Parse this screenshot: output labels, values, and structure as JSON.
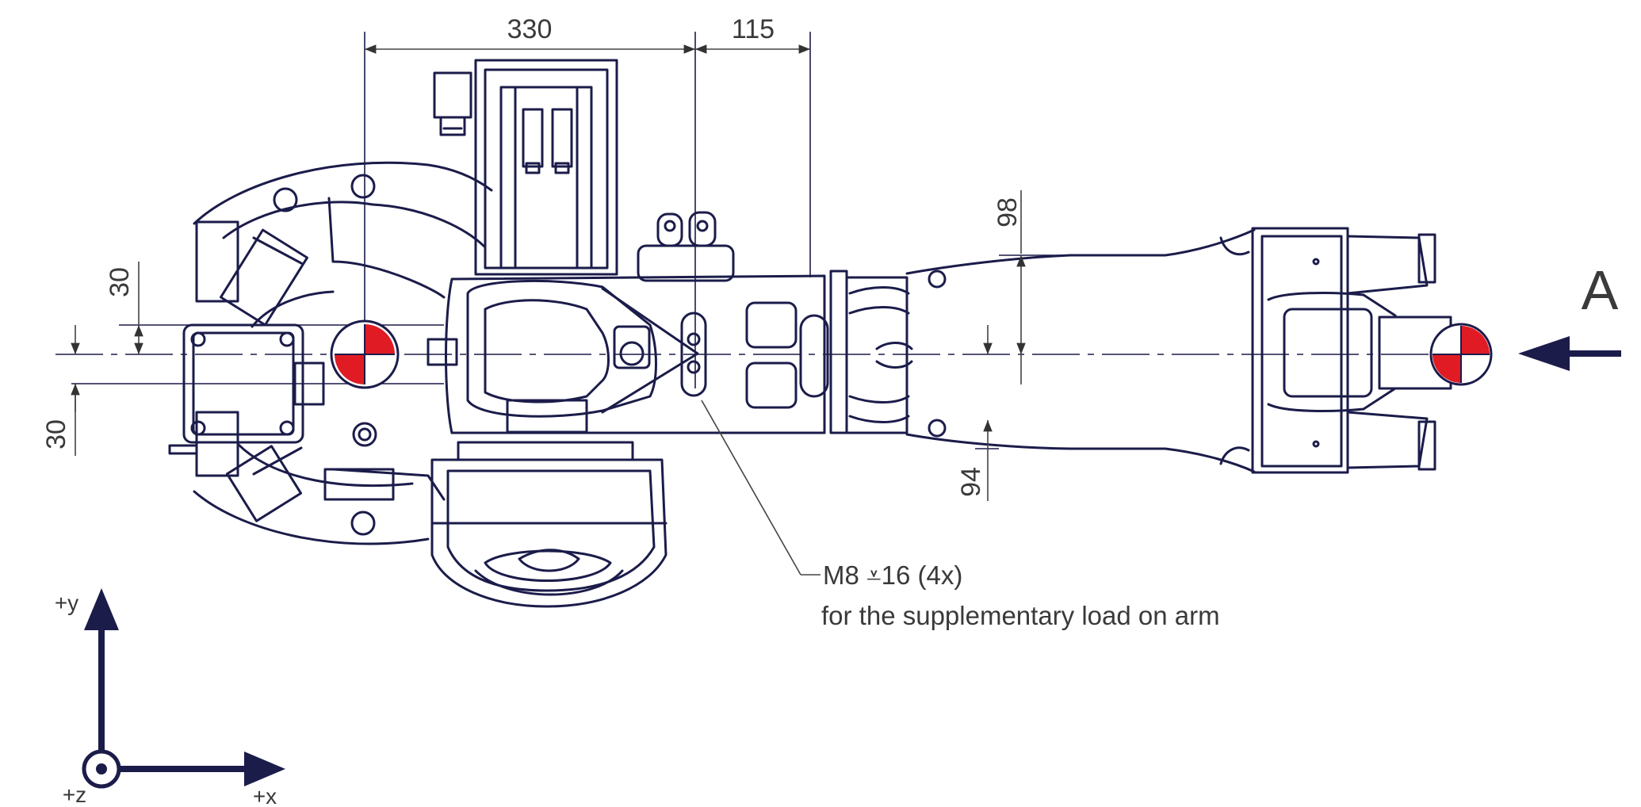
{
  "colors": {
    "line": "#1b1c4a",
    "dimension": "#555555",
    "cog_red": "#e01b24",
    "arrow": "#1b1c4a"
  },
  "dimensions": {
    "d330": "330",
    "d115": "115",
    "d98": "98",
    "d94": "94",
    "d30_upper": "30",
    "d30_lower": "30"
  },
  "annotation": {
    "line1": "M8 ⩡16 (4x)",
    "line2": "for the supplementary load on arm"
  },
  "view": {
    "label": "A"
  },
  "axes": {
    "y_label": "+y",
    "z_label": "+z",
    "x_label": "+x"
  },
  "icons": {
    "cog_marker": "center-of-gravity-symbol",
    "view_arrow": "arrow-left-icon",
    "axis_y": "arrow-up-icon",
    "axis_x": "arrow-right-icon",
    "axis_z": "dot-circle-icon"
  }
}
